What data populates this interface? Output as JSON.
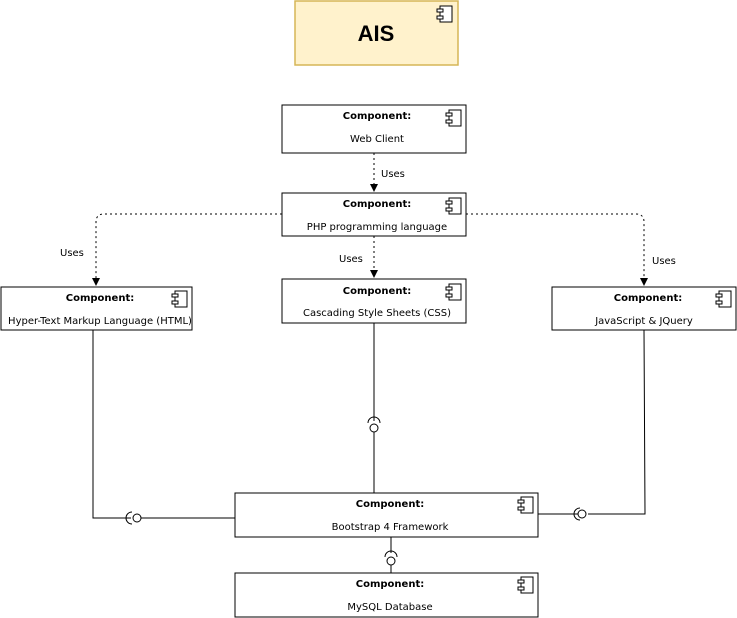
{
  "title": "AIS",
  "component_keyword": "Component:",
  "components": {
    "web_client": "Web Client",
    "php": "PHP programming language",
    "html": "Hyper-Text Markup Language (HTML)",
    "css": "Cascading Style Sheets (CSS)",
    "js": "JavaScript & JQuery",
    "bootstrap": "Bootstrap 4 Framework",
    "mysql": "MySQL Database"
  },
  "edges": {
    "web_php": "Uses",
    "php_html": "Uses",
    "php_css": "Uses",
    "php_js": "Uses"
  },
  "colors": {
    "title_fill": "#fff2cc",
    "title_stroke": "#d6b656"
  }
}
